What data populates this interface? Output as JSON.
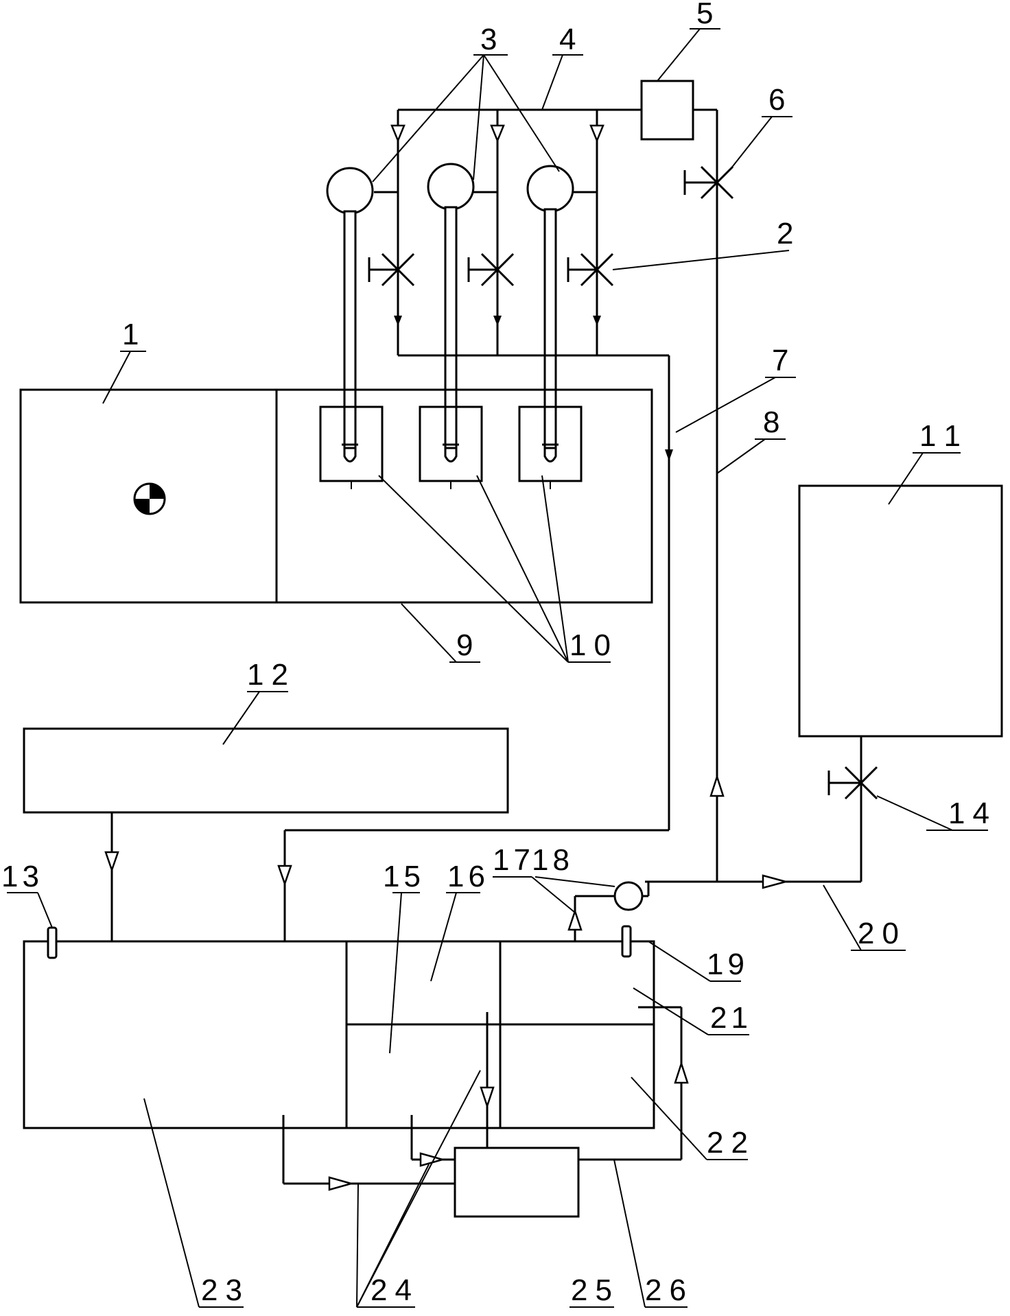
{
  "diagram": {
    "labels": [
      "1",
      "2",
      "3",
      "4",
      "5",
      "6",
      "7",
      "8",
      "9",
      "10",
      "11",
      "12",
      "13",
      "14",
      "15",
      "16",
      "17",
      "18",
      "19",
      "20",
      "21",
      "22",
      "23",
      "24",
      "25",
      "26"
    ]
  }
}
